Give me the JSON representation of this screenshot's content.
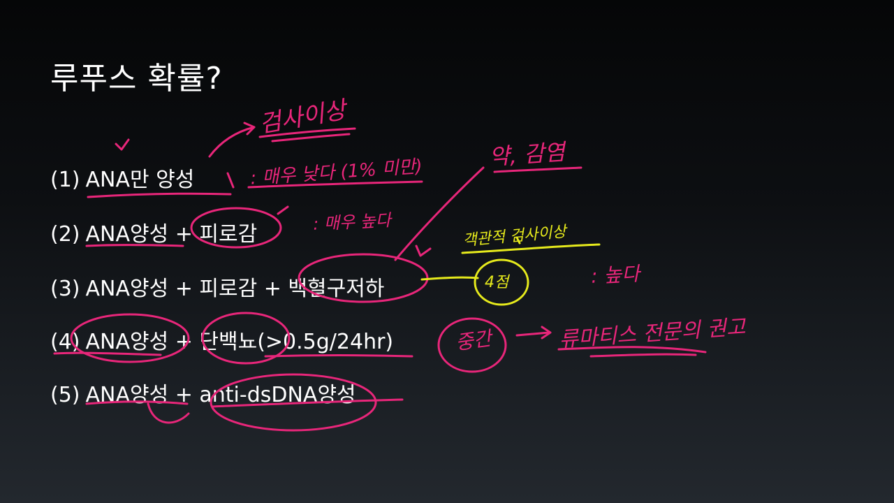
{
  "slide": {
    "title": "루푸스 확률?",
    "items": [
      {
        "num": "(1)",
        "text": "ANA만 양성"
      },
      {
        "num": "(2)",
        "text": "ANA양성 + 피로감"
      },
      {
        "num": "(3)",
        "text": "ANA양성 + 피로감 + 백혈구저하"
      },
      {
        "num": "(4)",
        "text": "ANA양성 + 단백뇨(>0.5g/24hr)"
      },
      {
        "num": "(5)",
        "text": "ANA양성 + anti-dsDNA양성"
      }
    ]
  },
  "annotations": {
    "test_abnormal": "검사이상",
    "very_low": ": 매우 낮다 (1% 미만)",
    "very_high": ": 매우 높다",
    "drug_infection": "약, 감염",
    "objective_test": "객관적 검사이상",
    "four_points": "4점",
    "high": ": 높다",
    "middle": "중간",
    "specialist": "류마티스 전문의 권고"
  },
  "colors": {
    "pink": "#e8267a",
    "yellow": "#e6ea1c",
    "text": "#ffffff"
  }
}
